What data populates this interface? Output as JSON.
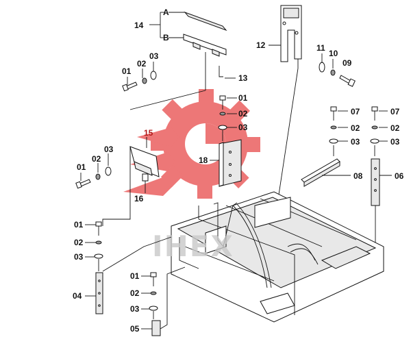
{
  "diagram": {
    "labels": {
      "l14": "14",
      "lA": "A",
      "lB": "B",
      "l12": "12",
      "l11": "11",
      "l10": "10",
      "l09": "09",
      "l13": "13",
      "l01a": "01",
      "l02a": "02",
      "l03a": "03",
      "l01b": "01",
      "l02b": "02",
      "l03b": "03",
      "l15": "15",
      "l16": "16",
      "l18": "18",
      "l01c": "01",
      "l02c": "02",
      "l03c": "03",
      "l07a": "07",
      "l02d": "02",
      "l03d": "03",
      "l07b": "07",
      "l02e": "02",
      "l03e": "03",
      "l08": "08",
      "l06": "06",
      "l01d": "01",
      "l02f": "02",
      "l03f": "03",
      "l04": "04",
      "l01e": "01",
      "l02g": "02",
      "l03g": "03",
      "l05": "05"
    },
    "watermark": "IHEX",
    "colors": {
      "ink": "#111111",
      "watermark_red": "#e23b3b",
      "watermark_gray": "#c9c9c9"
    }
  }
}
